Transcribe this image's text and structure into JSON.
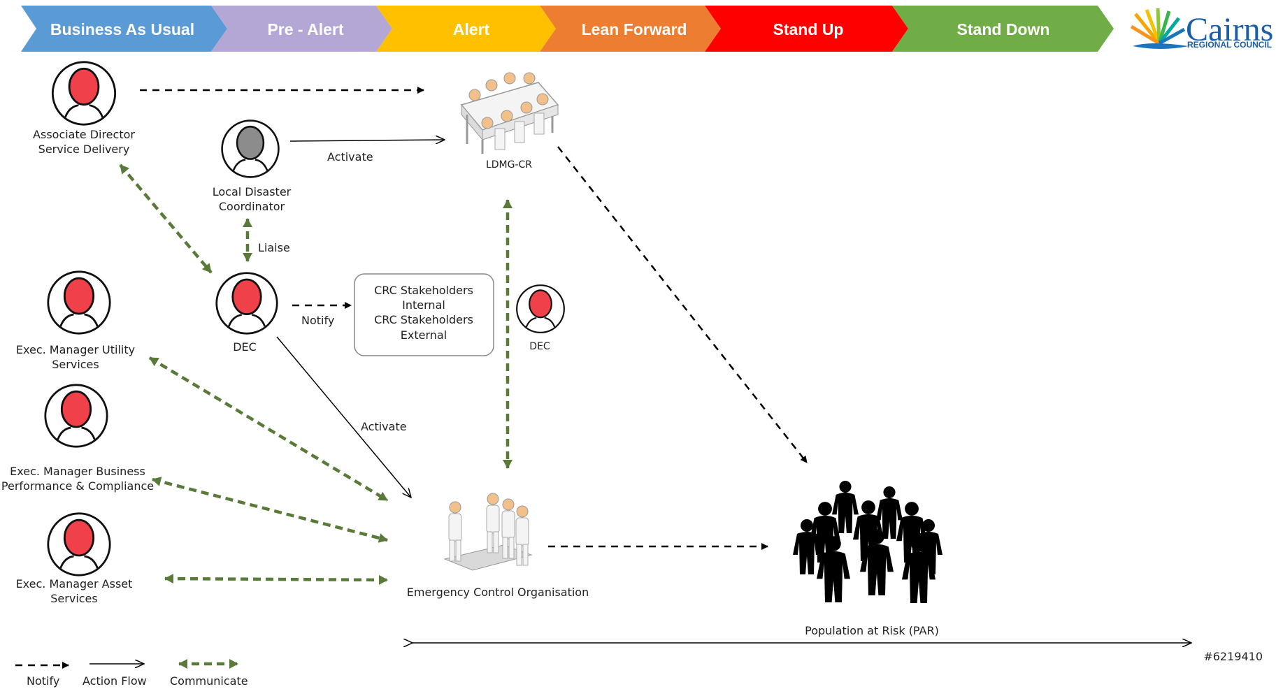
{
  "phases": [
    {
      "label": "Business As Usual",
      "color": "#5b9bd5"
    },
    {
      "label": "Pre - Alert",
      "color": "#b4a7d6"
    },
    {
      "label": "Alert",
      "color": "#ffc000"
    },
    {
      "label": "Lean Forward",
      "color": "#ed7d31"
    },
    {
      "label": "Stand Up",
      "color": "#ff0000"
    },
    {
      "label": "Stand Down",
      "color": "#70ad47"
    }
  ],
  "logo": {
    "name": "Cairns",
    "subtitle": "REGIONAL COUNCIL"
  },
  "people": {
    "assoc_director": [
      "Associate Director",
      "Service Delivery"
    ],
    "ldc": [
      "Local Disaster",
      "Coordinator"
    ],
    "dec_main": "DEC",
    "dec_right": "DEC",
    "em_utility": [
      "Exec. Manager Utility",
      "Services"
    ],
    "em_business": [
      "Exec. Manager Business",
      "Performance & Compliance"
    ],
    "em_asset": [
      "Exec. Manager Asset",
      "Services"
    ]
  },
  "groups": {
    "ldmg": "LDMG-CR",
    "eco": "Emergency Control Organisation",
    "par": "Population at Risk (PAR)"
  },
  "stakeholders": [
    "CRC Stakeholders",
    "Internal",
    "CRC Stakeholders",
    "External"
  ],
  "edge_labels": {
    "activate_top": "Activate",
    "liaise": "Liaise",
    "notify": "Notify",
    "activate_mid": "Activate"
  },
  "legend": {
    "notify": "Notify",
    "action": "Action Flow",
    "communicate": "Communicate"
  },
  "doc_ref": "#6219410",
  "colors": {
    "person_red": "#f0414a",
    "person_grey": "#8c8c8c",
    "communicate_green": "#5a7a3a",
    "arrow_black": "#000000"
  }
}
